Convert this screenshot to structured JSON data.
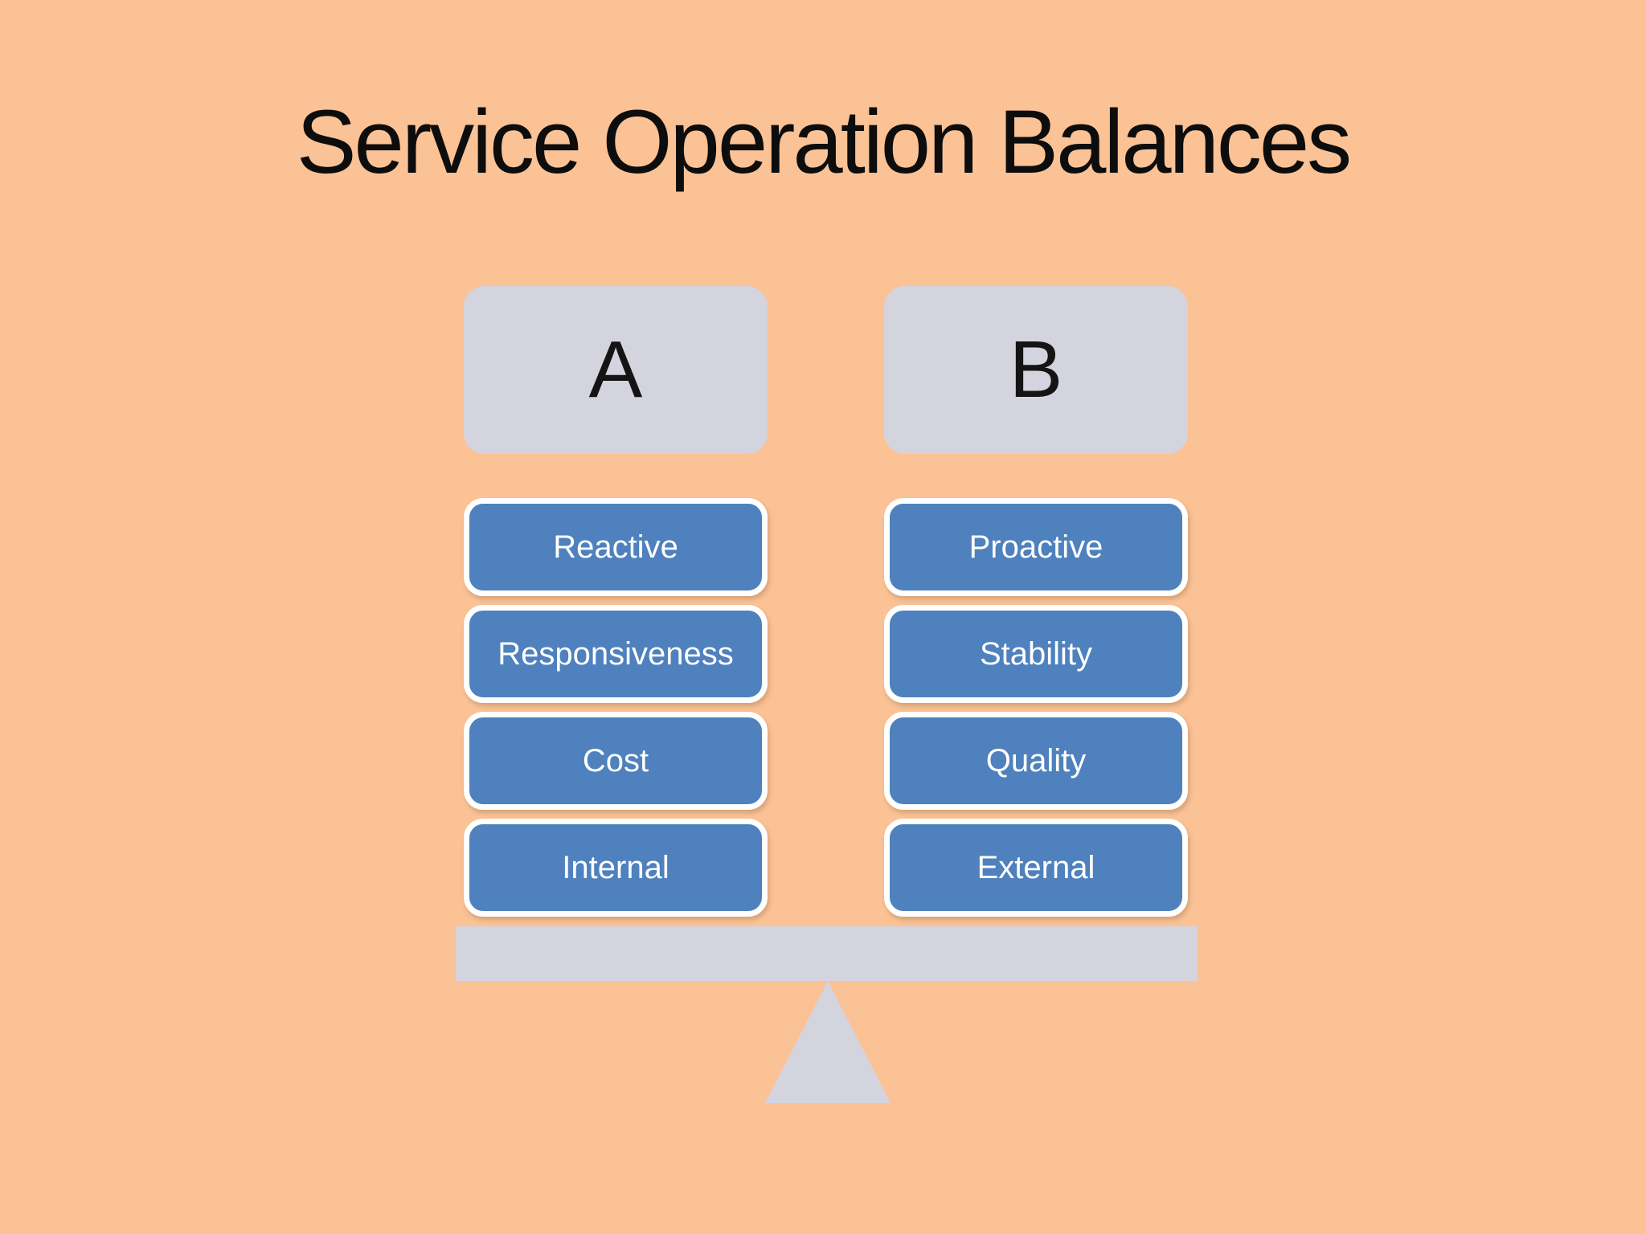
{
  "slide": {
    "title": "Service Operation Balances"
  },
  "columns": [
    {
      "header": "A",
      "items": [
        "Reactive",
        "Responsiveness",
        "Cost",
        "Internal"
      ]
    },
    {
      "header": "B",
      "items": [
        "Proactive",
        "Stability",
        "Quality",
        "External"
      ]
    }
  ],
  "balance": {
    "beam": "balance-beam",
    "fulcrum": "fulcrum-triangle"
  },
  "colors": {
    "background": "#fbc296",
    "item_blue": "#4e81bd",
    "item_border": "#ffffff",
    "gray_shape": "#d4d4de",
    "title_text": "#0d0d0d",
    "item_text": "#ffffff"
  }
}
